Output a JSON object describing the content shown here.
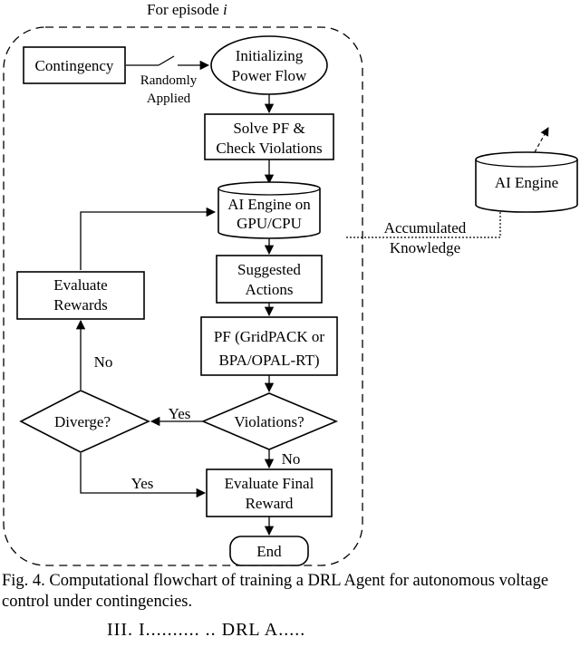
{
  "figure": {
    "episode_label_prefix": "For episode ",
    "episode_label_var": "i",
    "nodes": {
      "contingency": "Contingency",
      "randomly": "Randomly",
      "applied": "Applied",
      "init_line1": "Initializing",
      "init_line2": "Power Flow",
      "solve_line1": "Solve PF &",
      "solve_line2": "Check Violations",
      "ai_line1": "AI Engine on",
      "ai_line2": "GPU/CPU",
      "suggested_line1": "Suggested",
      "suggested_line2": "Actions",
      "pf_line1": "PF (GridPACK or",
      "pf_line2": "BPA/OPAL-RT)",
      "violations": "Violations?",
      "diverge": "Diverge?",
      "evalrewards_line1": "Evaluate",
      "evalrewards_line2": "Rewards",
      "evalfinal_line1": "Evaluate Final",
      "evalfinal_line2": "Reward",
      "end": "End",
      "ai_external": "AI Engine",
      "accum_line1": "Accumulated",
      "accum_line2": "Knowledge"
    },
    "edge_labels": {
      "yes_violations": "Yes",
      "no_violations": "No",
      "no_diverge": "No",
      "yes_diverge": "Yes"
    },
    "caption": "Fig. 4. Computational flowchart of training a DRL Agent for autonomous voltage control under contingencies.",
    "section_heading_partial": "III.   I..........   .. DRL A....."
  }
}
